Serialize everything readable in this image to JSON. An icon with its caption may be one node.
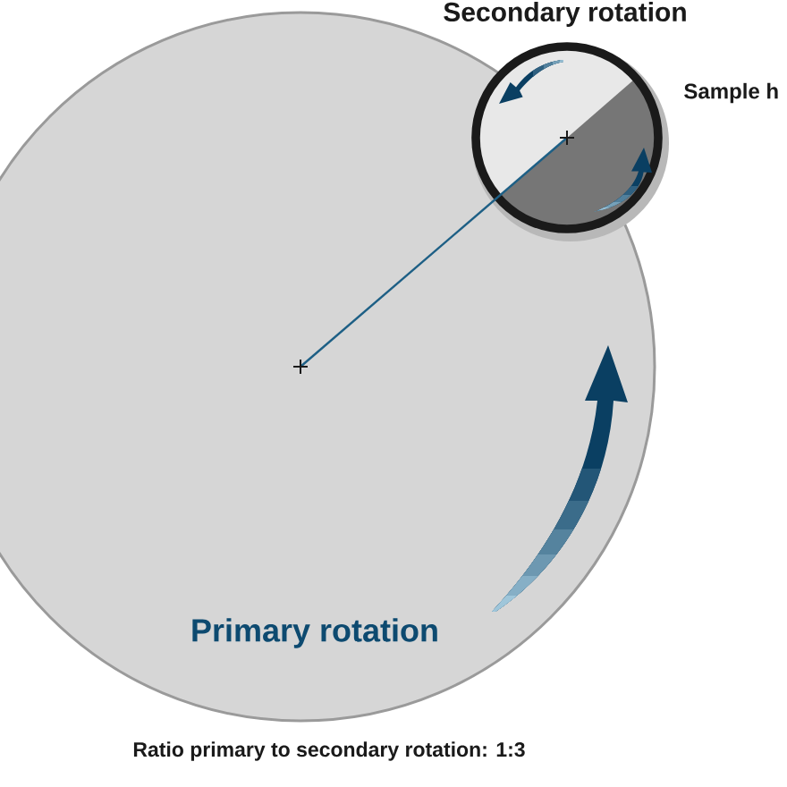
{
  "diagram": {
    "nodes": [
      {
        "text": [
          "Primary rotation"
        ]
      },
      {
        "text": [
          "Secondary rotation"
        ],
        "beside": [
          "Sample h"
        ]
      }
    ],
    "edges": [
      {
        "from": 0,
        "to": 1,
        "arrow": "none"
      }
    ],
    "labels": [
      "Ratio primary to secondary rotation: 1:3"
    ]
  }
}
